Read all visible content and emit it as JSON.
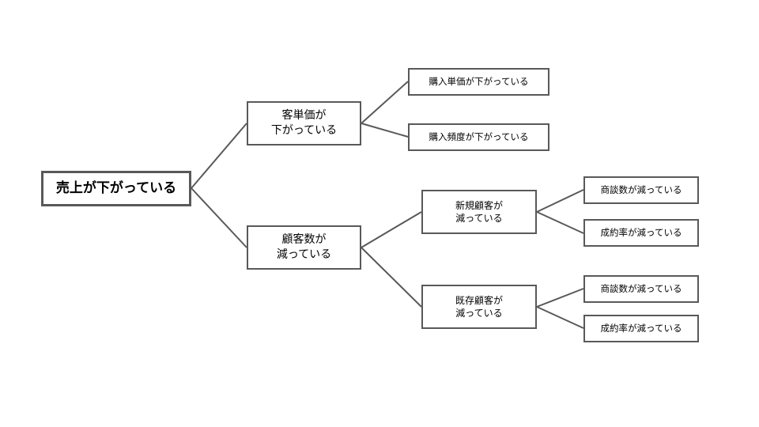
{
  "diagram": {
    "type": "logic-tree",
    "line_color": "#595959",
    "root": {
      "label": "売上が下がっている"
    },
    "branches": [
      {
        "label": "客単価が\n下がっている",
        "children": [
          {
            "label": "購入単価が下がっている"
          },
          {
            "label": "購入頻度が下がっている"
          }
        ]
      },
      {
        "label": "顧客数が\n減っている",
        "children": [
          {
            "label": "新規顧客が\n減っている",
            "children": [
              {
                "label": "商談数が減っている"
              },
              {
                "label": "成約率が減っている"
              }
            ]
          },
          {
            "label": "既存顧客が\n減っている",
            "children": [
              {
                "label": "商談数が減っている"
              },
              {
                "label": "成約率が減っている"
              }
            ]
          }
        ]
      }
    ]
  }
}
